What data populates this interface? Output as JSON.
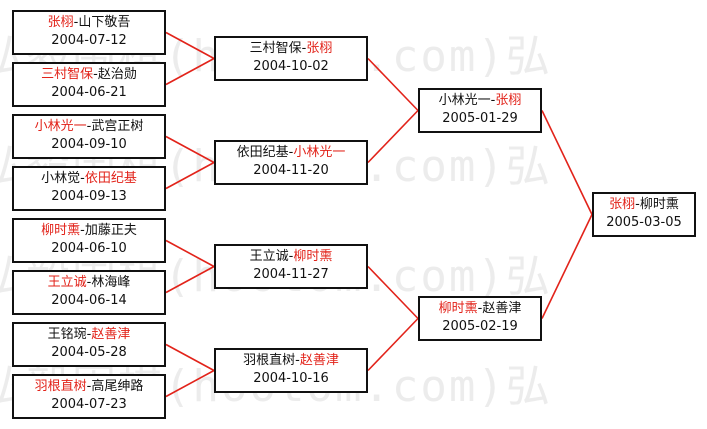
{
  "watermark": "弘毅围棋(hootom.com)弘",
  "matches": [
    {
      "id": "m1",
      "round": 1,
      "players": [
        {
          "name": "张栩",
          "winner": true
        },
        {
          "name": "山下敬吾",
          "winner": false
        }
      ],
      "date": "2004-07-12"
    },
    {
      "id": "m2",
      "round": 1,
      "players": [
        {
          "name": "三村智保",
          "winner": true
        },
        {
          "name": "赵治勋",
          "winner": false
        }
      ],
      "date": "2004-06-21"
    },
    {
      "id": "m3",
      "round": 1,
      "players": [
        {
          "name": "小林光一",
          "winner": true
        },
        {
          "name": "武宫正树",
          "winner": false
        }
      ],
      "date": "2004-09-10"
    },
    {
      "id": "m4",
      "round": 1,
      "players": [
        {
          "name": "小林觉",
          "winner": false
        },
        {
          "name": "依田纪基",
          "winner": true
        }
      ],
      "date": "2004-09-13"
    },
    {
      "id": "m5",
      "round": 1,
      "players": [
        {
          "name": "柳时熏",
          "winner": true
        },
        {
          "name": "加藤正夫",
          "winner": false
        }
      ],
      "date": "2004-06-10"
    },
    {
      "id": "m6",
      "round": 1,
      "players": [
        {
          "name": "王立诚",
          "winner": true
        },
        {
          "name": "林海峰",
          "winner": false
        }
      ],
      "date": "2004-06-14"
    },
    {
      "id": "m7",
      "round": 1,
      "players": [
        {
          "name": "王铭琬",
          "winner": false
        },
        {
          "name": "赵善津",
          "winner": true
        }
      ],
      "date": "2004-05-28"
    },
    {
      "id": "m8",
      "round": 1,
      "players": [
        {
          "name": "羽根直树",
          "winner": true
        },
        {
          "name": "高尾绅路",
          "winner": false
        }
      ],
      "date": "2004-07-23"
    },
    {
      "id": "q1",
      "round": 2,
      "players": [
        {
          "name": "三村智保",
          "winner": false
        },
        {
          "name": "张栩",
          "winner": true
        }
      ],
      "date": "2004-10-02"
    },
    {
      "id": "q2",
      "round": 2,
      "players": [
        {
          "name": "依田纪基",
          "winner": false
        },
        {
          "name": "小林光一",
          "winner": true
        }
      ],
      "date": "2004-11-20"
    },
    {
      "id": "q3",
      "round": 2,
      "players": [
        {
          "name": "王立诚",
          "winner": false
        },
        {
          "name": "柳时熏",
          "winner": true
        }
      ],
      "date": "2004-11-27"
    },
    {
      "id": "q4",
      "round": 2,
      "players": [
        {
          "name": "羽根直树",
          "winner": false
        },
        {
          "name": "赵善津",
          "winner": true
        }
      ],
      "date": "2004-10-16"
    },
    {
      "id": "s1",
      "round": 3,
      "players": [
        {
          "name": "小林光一",
          "winner": false
        },
        {
          "name": "张栩",
          "winner": true
        }
      ],
      "date": "2005-01-29"
    },
    {
      "id": "s2",
      "round": 3,
      "players": [
        {
          "name": "柳时熏",
          "winner": true
        },
        {
          "name": "赵善津",
          "winner": false
        }
      ],
      "date": "2005-02-19"
    },
    {
      "id": "f1",
      "round": 4,
      "players": [
        {
          "name": "张栩",
          "winner": true
        },
        {
          "name": "柳时熏",
          "winner": false
        }
      ],
      "date": "2005-03-05"
    }
  ],
  "style": {
    "line_color": "#e2231a",
    "highlight_color": "#e2231a",
    "border_color": "#111111"
  }
}
